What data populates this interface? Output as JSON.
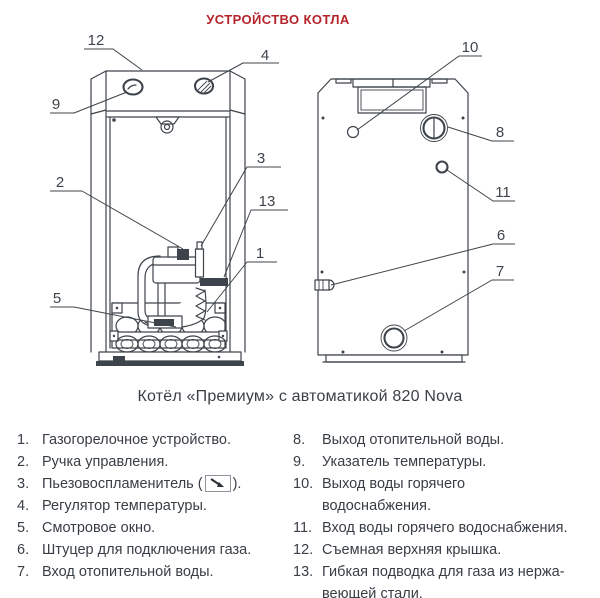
{
  "title": "УСТРОЙСТВО КОТЛА",
  "caption": "Котёл «Премиум» с автоматикой 820 Nova",
  "colors": {
    "title_red": "#b5242a",
    "line_gray": "#3d444b",
    "text_gray": "#383e45"
  },
  "callouts": {
    "n1": "1",
    "n2": "2",
    "n3": "3",
    "n4": "4",
    "n5": "5",
    "n6": "6",
    "n7": "7",
    "n8": "8",
    "n9": "9",
    "n10": "10",
    "n11": "11",
    "n12": "12",
    "n13": "13"
  },
  "legend": {
    "left": [
      {
        "num": "1.",
        "text": "Газогорелочное устройство."
      },
      {
        "num": "2.",
        "text": "Ручка управления."
      },
      {
        "num": "3.",
        "pre": "Пьезовоспламенитель (",
        "icon": "piezo-spark-icon",
        "post": ")."
      },
      {
        "num": "4.",
        "text": "Регулятор температуры."
      },
      {
        "num": "5.",
        "text": "Смотровое окно."
      },
      {
        "num": "6.",
        "text": "Штуцер для подключения газа."
      },
      {
        "num": "7.",
        "text": "Вход отопительной воды."
      }
    ],
    "right": [
      {
        "num": "8.",
        "text": "Выход отопительной воды."
      },
      {
        "num": "9.",
        "text": "Указатель температуры."
      },
      {
        "num": "10.",
        "text": "Выход воды горячего водоснабжения."
      },
      {
        "num": "11.",
        "text": "Вход воды горячего водоснабжения."
      },
      {
        "num": "12.",
        "text": "Съемная верхняя крышка."
      },
      {
        "num": "13.",
        "text": "Гибкая подводка для газа из нержа-веющей стали."
      }
    ]
  }
}
